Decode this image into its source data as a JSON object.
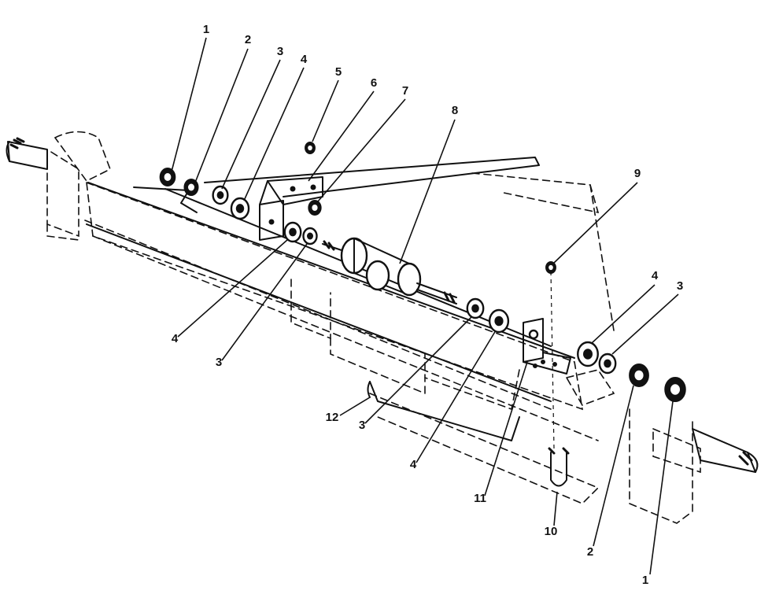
{
  "callouts": [
    {
      "label": "1"
    },
    {
      "label": "2"
    },
    {
      "label": "3"
    },
    {
      "label": "4"
    },
    {
      "label": "5"
    },
    {
      "label": "6"
    },
    {
      "label": "7"
    },
    {
      "label": "8"
    },
    {
      "label": "9"
    },
    {
      "label": "4"
    },
    {
      "label": "3"
    },
    {
      "label": "4"
    },
    {
      "label": "3"
    },
    {
      "label": "12"
    },
    {
      "label": "3"
    },
    {
      "label": "4"
    },
    {
      "label": "11"
    },
    {
      "label": "10"
    },
    {
      "label": "2"
    },
    {
      "label": "1"
    }
  ]
}
